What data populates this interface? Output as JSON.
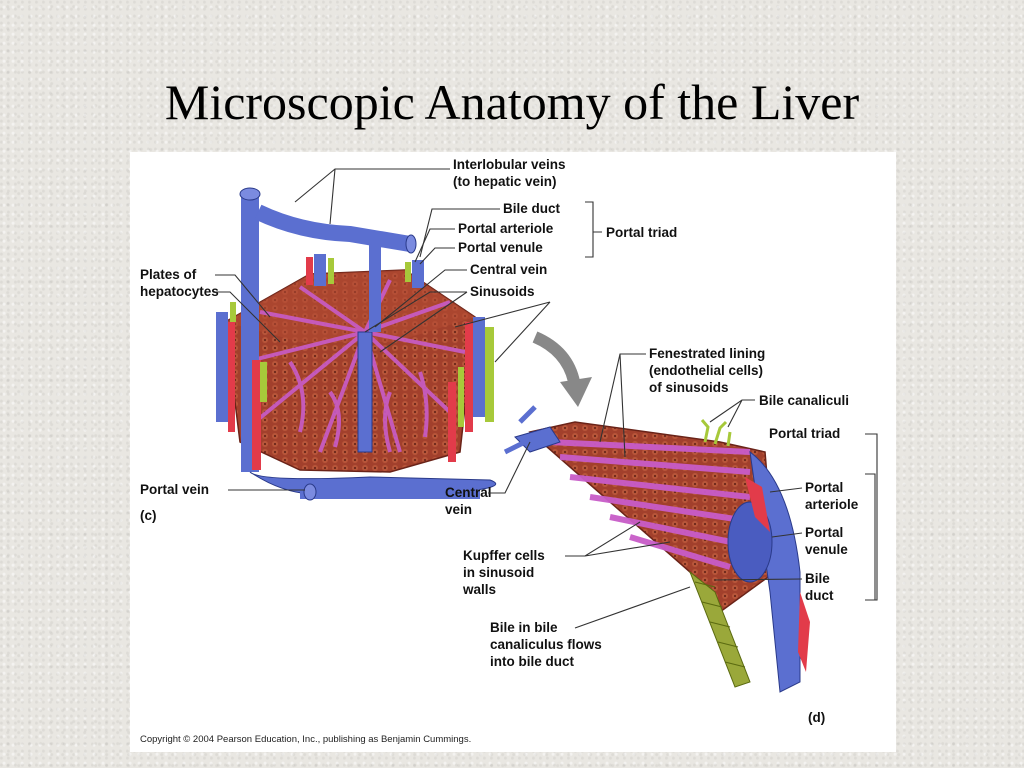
{
  "slide": {
    "title": "Microscopic Anatomy of the Liver"
  },
  "labels": {
    "interlobular_veins_1": "Interlobular veins",
    "interlobular_veins_2": "(to hepatic vein)",
    "bile_duct_top": "Bile duct",
    "portal_arteriole_top": "Portal arteriole",
    "portal_venule_top": "Portal venule",
    "portal_triad_top": "Portal triad",
    "central_vein_top": "Central vein",
    "sinusoids": "Sinusoids",
    "plates_1": "Plates of",
    "plates_2": "hepatocytes",
    "portal_vein": "Portal vein",
    "panel_c": "(c)",
    "fenestrated_1": "Fenestrated lining",
    "fenestrated_2": "(endothelial cells)",
    "fenestrated_3": "of sinusoids",
    "bile_canaliculi": "Bile canaliculi",
    "portal_triad_right": "Portal triad",
    "central_vein_d_1": "Central",
    "central_vein_d_2": "vein",
    "portal_arteriole_r_1": "Portal",
    "portal_arteriole_r_2": "arteriole",
    "portal_venule_r_1": "Portal",
    "portal_venule_r_2": "venule",
    "bile_duct_r_1": "Bile",
    "bile_duct_r_2": "duct",
    "kupffer_1": "Kupffer cells",
    "kupffer_2": "in sinusoid",
    "kupffer_3": "walls",
    "bile_flow_1": "Bile in bile",
    "bile_flow_2": "canaliculus flows",
    "bile_flow_3": "into bile duct",
    "panel_d": "(d)",
    "copyright": "Copyright © 2004 Pearson Education, Inc., publishing as Benjamin Cummings."
  },
  "colors": {
    "vein": "#5b6fd0",
    "artery": "#e23b4a",
    "bile": "#a7c93a",
    "tissue": "#9b3a2a",
    "sinusoid": "#c85cc8"
  }
}
